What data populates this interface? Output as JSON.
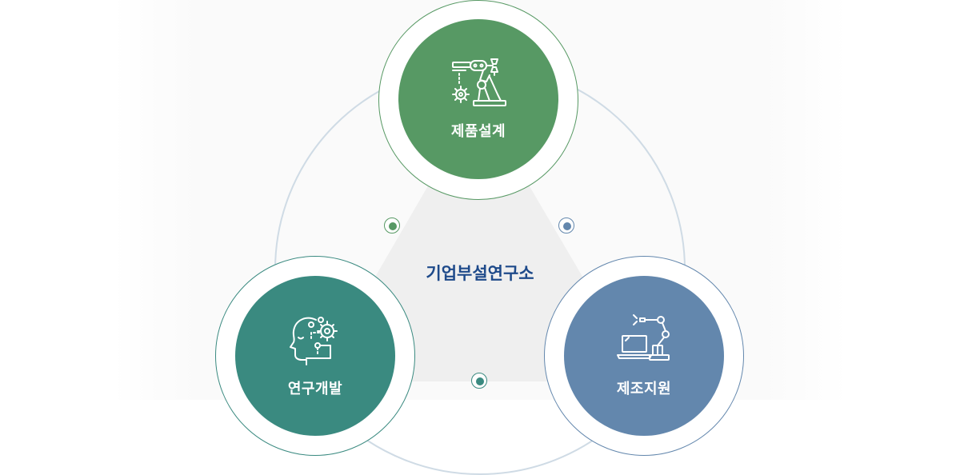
{
  "center": {
    "label": "기업부설연구소"
  },
  "nodes": {
    "design": {
      "label": "제품설계",
      "color": "#579964",
      "icon": "robot-arm-gear-icon"
    },
    "research": {
      "label": "연구개발",
      "color": "#3a8a80",
      "icon": "head-gear-icon"
    },
    "manufacturing": {
      "label": "제조지원",
      "color": "#6387ad",
      "icon": "laptop-robot-arm-icon"
    }
  },
  "colors": {
    "triangle": "#efefef",
    "ring": "#cfdbe5",
    "center_text": "#1e4a8a"
  }
}
